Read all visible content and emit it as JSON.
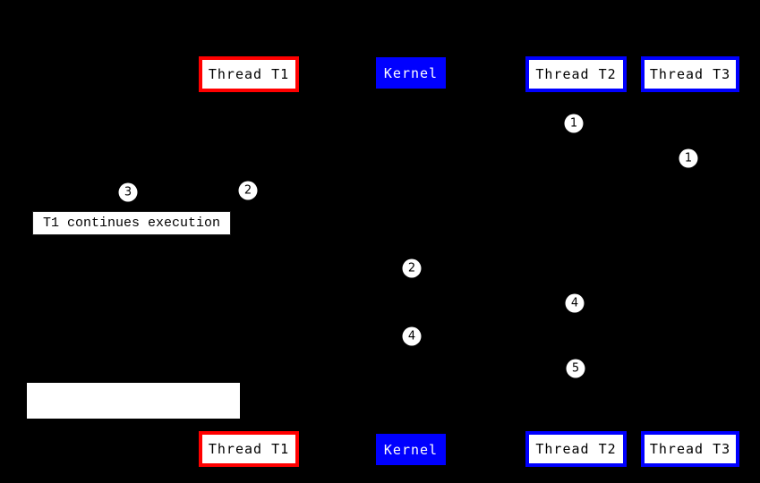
{
  "diagram": {
    "title": "thread-kernel-sequence-diagram",
    "colors": {
      "background": "#000000",
      "thread_t1_border": "#ff0000",
      "thread_t2_border": "#0000ff",
      "thread_t3_border": "#0000ff",
      "kernel_background": "#0000ff",
      "kernel_text": "#ffffff",
      "box_background": "#ffffff",
      "box_text": "#000000",
      "marker_background": "#ffffff",
      "marker_text": "#000000"
    },
    "top_row": {
      "thread_t1": "Thread T1",
      "kernel": "Kernel",
      "thread_t2": "Thread T2",
      "thread_t3": "Thread T3"
    },
    "bottom_row": {
      "thread_t1": "Thread T1",
      "kernel": "Kernel",
      "thread_t2": "Thread T2",
      "thread_t3": "Thread T3"
    },
    "note": {
      "text": "T1 continues execution"
    },
    "markers": [
      {
        "label": "1"
      },
      {
        "label": "1"
      },
      {
        "label": "2"
      },
      {
        "label": "3"
      },
      {
        "label": "2"
      },
      {
        "label": "4"
      },
      {
        "label": "4"
      },
      {
        "label": "5"
      }
    ]
  }
}
